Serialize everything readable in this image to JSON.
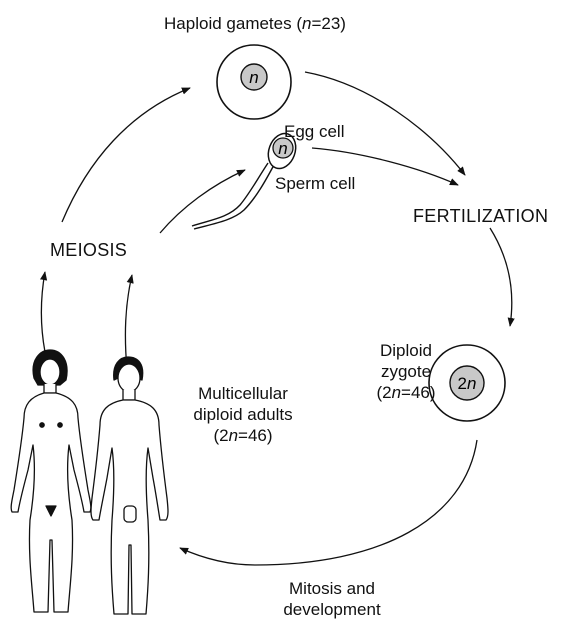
{
  "haploid": {
    "title_prefix": "Haploid gametes (",
    "title_var": "n",
    "title_suffix": "=23)",
    "egg_nucleus": "n",
    "egg_label": "Egg cell",
    "sperm_nucleus": "n",
    "sperm_label": "Sperm cell"
  },
  "process": {
    "fertilization": "FERTILIZATION",
    "meiosis": "MEIOSIS",
    "mitosis_line1": "Mitosis and",
    "mitosis_line2": "development"
  },
  "zygote": {
    "line1": "Diploid",
    "line2": "zygote",
    "line3_prefix": "(2",
    "line3_var": "n",
    "line3_suffix": "=46)",
    "nucleus_num": "2",
    "nucleus_var": "n"
  },
  "adults": {
    "line1": "Multicellular",
    "line2": "diploid adults",
    "line3_prefix": "(2",
    "line3_var": "n",
    "line3_suffix": "=46)"
  },
  "colors": {
    "nucleus_fill": "#c8c8c8",
    "stroke": "#111111",
    "background": "#ffffff"
  }
}
